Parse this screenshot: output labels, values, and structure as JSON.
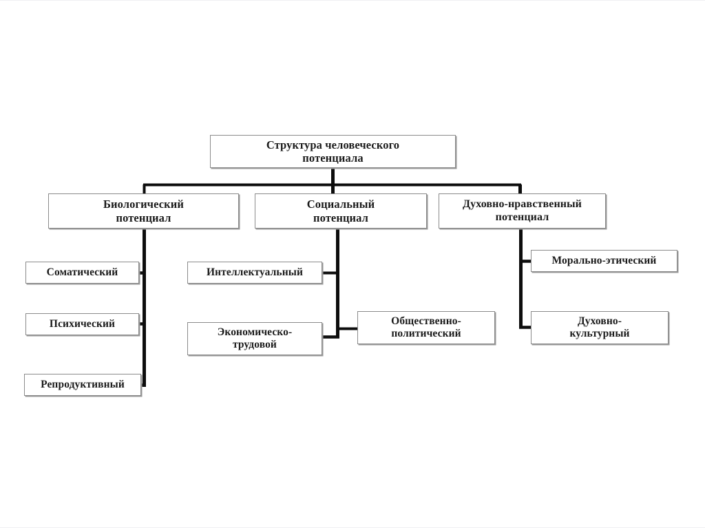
{
  "page": {
    "title": "Структура человеческого потенциала",
    "background_color": "#ffffff",
    "line_color": "#000000",
    "box_border_color": "#8a8a8a",
    "text_color": "#1a1a1a"
  },
  "chart_data": {
    "type": "diagram",
    "diagram_type": "hierarchy-tree",
    "title": "Структура человеческого потенциала",
    "orientation": "top-down-with-vertical-spines",
    "nodes": [
      {
        "id": "root",
        "label": "Структура человеческого потенциала",
        "level": 0,
        "parent": null
      },
      {
        "id": "bio",
        "label": "Биологический потенциал",
        "level": 1,
        "parent": "root"
      },
      {
        "id": "soc",
        "label": "Социальный потенциал",
        "level": 1,
        "parent": "root"
      },
      {
        "id": "spir",
        "label": "Духовно-нравственный потенциал",
        "level": 1,
        "parent": "root"
      },
      {
        "id": "somatic",
        "label": "Соматический",
        "level": 2,
        "parent": "bio"
      },
      {
        "id": "psychic",
        "label": "Психический",
        "level": 2,
        "parent": "bio"
      },
      {
        "id": "reproductive",
        "label": "Репродуктивный",
        "level": 2,
        "parent": "bio"
      },
      {
        "id": "intellectual",
        "label": "Интеллектуальный",
        "level": 2,
        "parent": "soc"
      },
      {
        "id": "econlabor",
        "label": "Экономическо-трудовой",
        "level": 2,
        "parent": "soc"
      },
      {
        "id": "sociopolitical",
        "label": "Общественно-политический",
        "level": 2,
        "parent": "soc"
      },
      {
        "id": "moral",
        "label": "Морально-этический",
        "level": 2,
        "parent": "spir"
      },
      {
        "id": "cultural",
        "label": "Духовно-культурный",
        "level": 2,
        "parent": "spir"
      }
    ],
    "edges": [
      {
        "from": "root",
        "to": "bio"
      },
      {
        "from": "root",
        "to": "soc"
      },
      {
        "from": "root",
        "to": "spir"
      },
      {
        "from": "bio",
        "to": "somatic"
      },
      {
        "from": "bio",
        "to": "psychic"
      },
      {
        "from": "bio",
        "to": "reproductive"
      },
      {
        "from": "soc",
        "to": "intellectual"
      },
      {
        "from": "soc",
        "to": "econlabor"
      },
      {
        "from": "soc",
        "to": "sociopolitical"
      },
      {
        "from": "spir",
        "to": "moral"
      },
      {
        "from": "spir",
        "to": "cultural"
      }
    ]
  },
  "nodes": {
    "root": {
      "label": "Структура человеческого потенциала",
      "line1": "Структура человеческого",
      "line2": "потенциала"
    },
    "bio": {
      "label": "Биологический потенциал",
      "line1": "Биологический",
      "line2": "потенциал"
    },
    "soc": {
      "label": "Социальный потенциал",
      "line1": "Социальный",
      "line2": "потенциал"
    },
    "spir": {
      "label": "Духовно-нравственный потенциал",
      "line1": "Духовно-нравственный",
      "line2": "потенциал"
    },
    "somatic": {
      "label": "Соматический"
    },
    "psychic": {
      "label": "Психический"
    },
    "reproductive": {
      "label": "Репродуктивный"
    },
    "intellectual": {
      "label": "Интеллектуальный"
    },
    "econlabor": {
      "label": "Экономическо-трудовой",
      "line1": "Экономическо-",
      "line2": "трудовой"
    },
    "sociopolitical": {
      "label": "Общественно-политический",
      "line1": "Общественно-",
      "line2": "политический"
    },
    "moral": {
      "label": "Морально-этический"
    },
    "cultural": {
      "label": "Духовно-культурный",
      "line1": "Духовно-",
      "line2": "культурный"
    }
  }
}
